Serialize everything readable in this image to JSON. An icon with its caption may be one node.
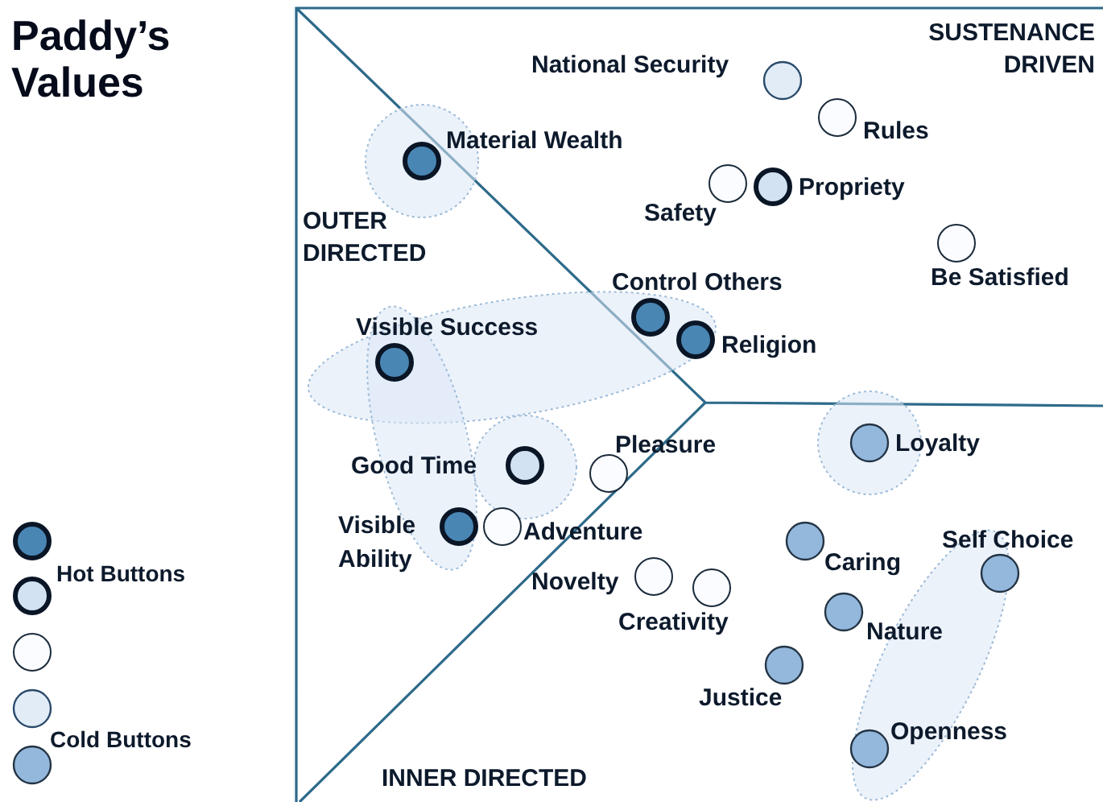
{
  "diagram": {
    "title": "Paddy’s Values",
    "nodes": [
      {
        "text": [
          "National Security"
        ]
      },
      {
        "text": [
          "Rules"
        ]
      },
      {
        "text": [
          "Safety"
        ]
      },
      {
        "text": [
          "Propriety"
        ]
      },
      {
        "text": [
          "Be Satisfied"
        ]
      },
      {
        "text": [
          "Material Wealth"
        ]
      },
      {
        "text": [
          "Control Others"
        ]
      },
      {
        "text": [
          "Religion"
        ]
      },
      {
        "text": [
          "Visible Success"
        ]
      },
      {
        "text": [
          "Good Time"
        ]
      },
      {
        "text": [
          "Pleasure"
        ]
      },
      {
        "text": [
          "Visible Ability"
        ]
      },
      {
        "text": [
          "Adventure"
        ]
      },
      {
        "text": [
          "Novelty"
        ]
      },
      {
        "text": [
          "Creativity"
        ]
      },
      {
        "text": [
          "Loyalty"
        ]
      },
      {
        "text": [
          "Caring"
        ]
      },
      {
        "text": [
          "Self Choice"
        ]
      },
      {
        "text": [
          "Nature"
        ]
      },
      {
        "text": [
          "Justice"
        ]
      },
      {
        "text": [
          "Openness"
        ]
      }
    ],
    "labels": [
      "SUSTENANCE DRIVEN",
      "OUTER DIRECTED",
      "INNER DIRECTED"
    ],
    "legend": [
      {
        "text": "Hot Buttons"
      },
      {
        "text": "Cold Buttons"
      }
    ]
  }
}
